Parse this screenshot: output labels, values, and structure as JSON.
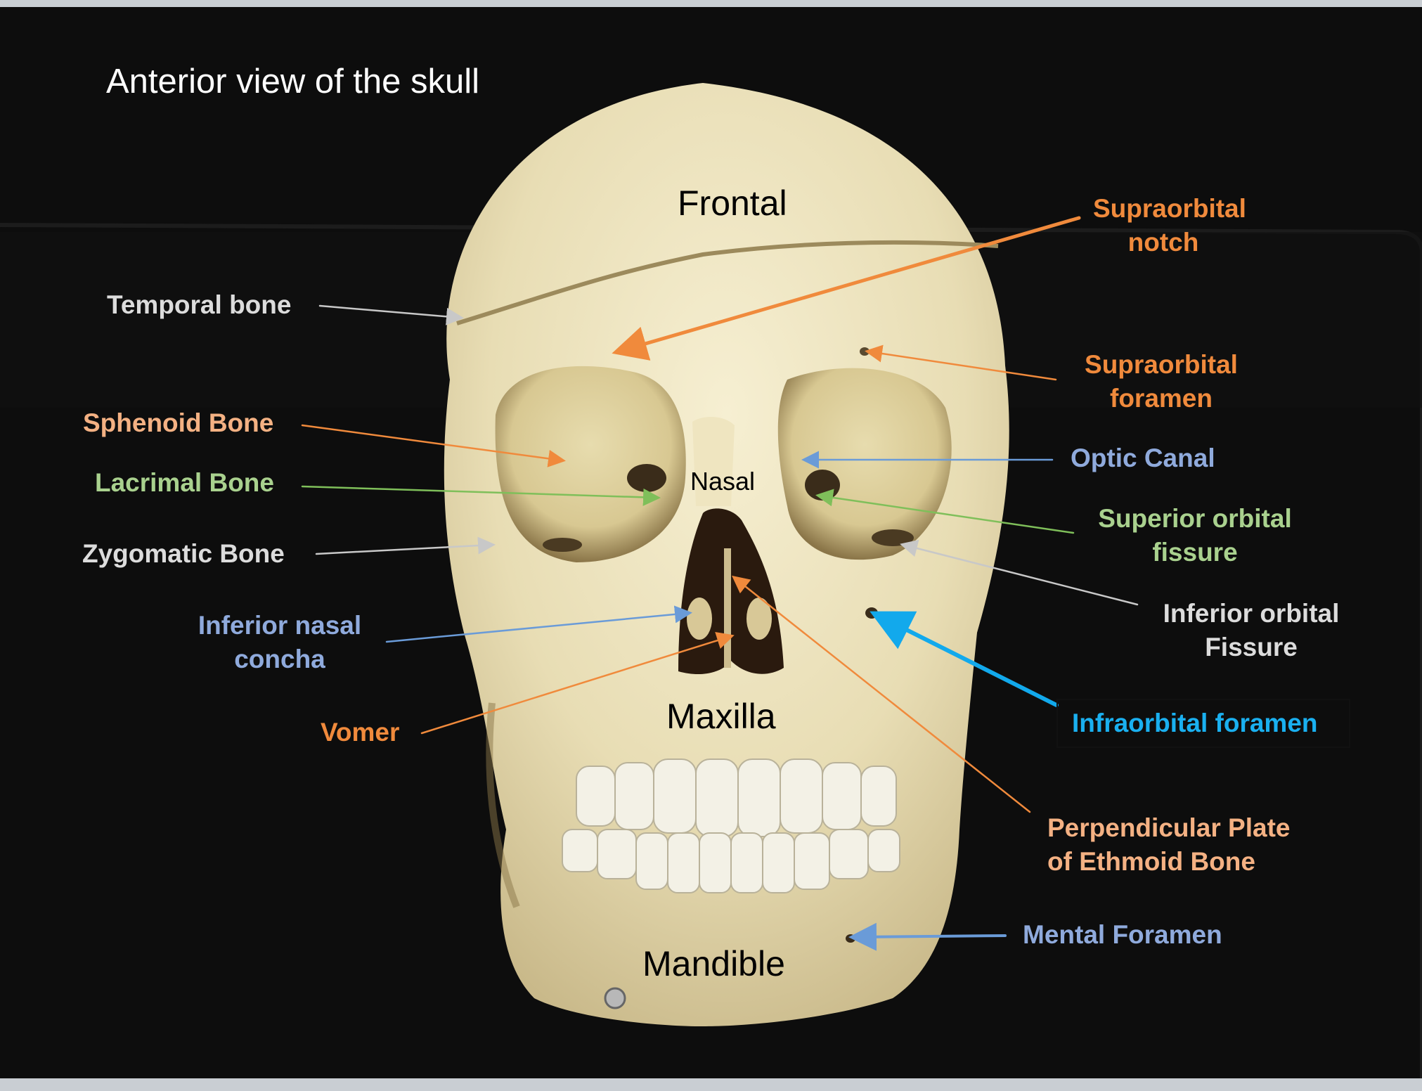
{
  "title": "Anterior view of the skull",
  "bones": {
    "frontal": "Frontal",
    "nasal": "Nasal",
    "maxilla": "Maxilla",
    "mandible": "Mandible"
  },
  "labels": {
    "supraorbital_notch": "Supraorbital\nnotch",
    "temporal_bone": "Temporal bone",
    "supraorbital_foramen": "Supraorbital\nforamen",
    "sphenoid_bone": "Sphenoid Bone",
    "optic_canal": "Optic Canal",
    "lacrimal_bone": "Lacrimal Bone",
    "superior_orbital_fissure": "Superior orbital\nfissure",
    "zygomatic_bone": "Zygomatic Bone",
    "inferior_orbital_fissure": "Inferior orbital\nFissure",
    "inferior_nasal_concha": "Inferior nasal\nconcha",
    "infraorbital_foramen": "Infraorbital foramen",
    "vomer": "Vomer",
    "perpendicular_plate": "Perpendicular Plate\nof Ethmoid Bone",
    "mental_foramen": "Mental Foramen"
  },
  "colors": {
    "orange": "#f08a3c",
    "peach": "#f4b183",
    "white": "#dcdcdc",
    "green": "#a9d18e",
    "blue_gray": "#8faadc",
    "cyan": "#1ab0f0",
    "background": "#0c0c0c",
    "bone": "#efe6c4"
  }
}
